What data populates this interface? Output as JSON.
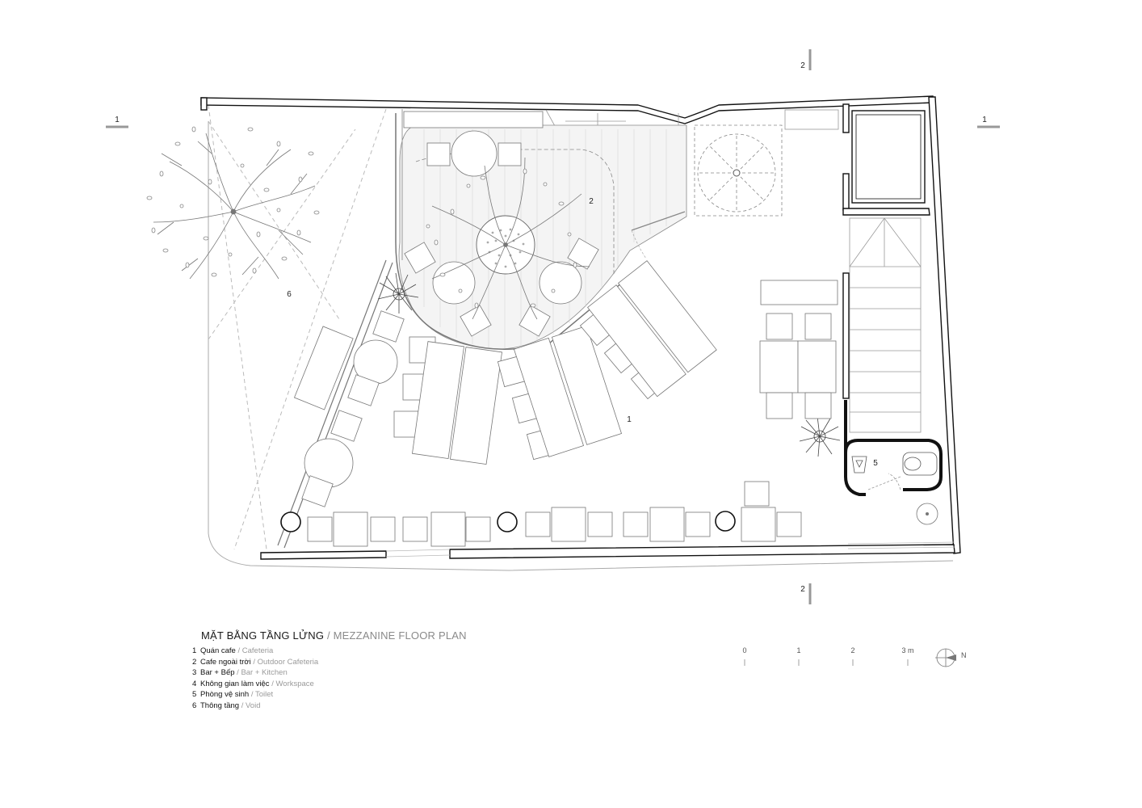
{
  "title": {
    "vi": "MẶT BẰNG TẦNG LỬNG",
    "separator": " / ",
    "en": "MEZZANINE FLOOR PLAN"
  },
  "section_markers": {
    "left": "1",
    "right": "1",
    "top": "2",
    "bottom": "2"
  },
  "room_labels": {
    "r1": "1",
    "r2": "2",
    "r5": "5",
    "r6": "6"
  },
  "legend": [
    {
      "num": "1",
      "vi": "Quán cafe",
      "en": "Cafeteria"
    },
    {
      "num": "2",
      "vi": "Cafe ngoài trời",
      "en": "Outdoor Cafeteria"
    },
    {
      "num": "3",
      "vi": "Bar + Bếp",
      "en": "Bar + Kitchen"
    },
    {
      "num": "4",
      "vi": "Không gian làm việc",
      "en": "Workspace"
    },
    {
      "num": "5",
      "vi": "Phòng vệ sinh",
      "en": "Toilet"
    },
    {
      "num": "6",
      "vi": "Thông tầng",
      "en": "Void"
    }
  ],
  "legend_separator": " / ",
  "scale_bar": {
    "ticks": [
      "0",
      "1",
      "2",
      "3 m"
    ]
  },
  "north_arrow": {
    "label": "N"
  }
}
